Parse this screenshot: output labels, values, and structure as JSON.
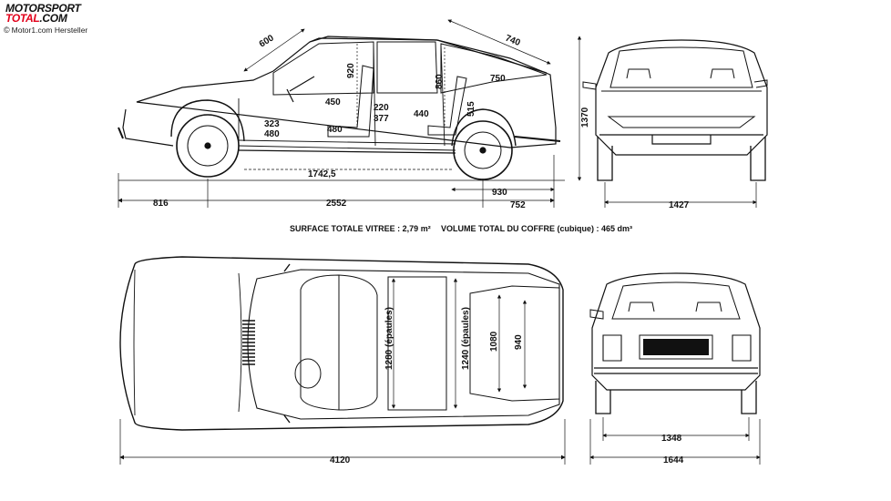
{
  "branding": {
    "logo_line1": "MOTORSPORT",
    "logo_line2_a": "TOTAL",
    "logo_line2_b": ".COM",
    "credit": "Motor1.com Hersteller",
    "accent": "#e2001a"
  },
  "side_view": {
    "dims": {
      "front_overhang": "816",
      "wheelbase": "2552",
      "rear_overhang": "752",
      "rear_930": "930",
      "floor_length": "1742,5",
      "height": "1370",
      "windscreen": "600",
      "rear_window": "740",
      "headroom_front": "920",
      "headroom_rear": "860",
      "seat_450": "450",
      "seat_480": "480",
      "seat_323": "323",
      "seat_480b": "480",
      "knee_220": "220",
      "knee_377": "377",
      "leg_440": "440",
      "boot_750": "750",
      "boot_515": "515"
    }
  },
  "front_view": {
    "dims": {
      "track_front": "1427"
    }
  },
  "captions": {
    "glass": "SURFACE TOTALE VITREE : 2,79 m²",
    "boot": "VOLUME TOTAL DU COFFRE (cubique) : 465 dm³"
  },
  "top_view": {
    "dims": {
      "length": "4120",
      "shoulder_front": "1280 (épaules)",
      "shoulder_rear": "1240 (épaules)",
      "boot_width": "1080",
      "boot_940": "940"
    }
  },
  "rear_view": {
    "dims": {
      "track_rear": "1348",
      "width": "1644"
    }
  }
}
